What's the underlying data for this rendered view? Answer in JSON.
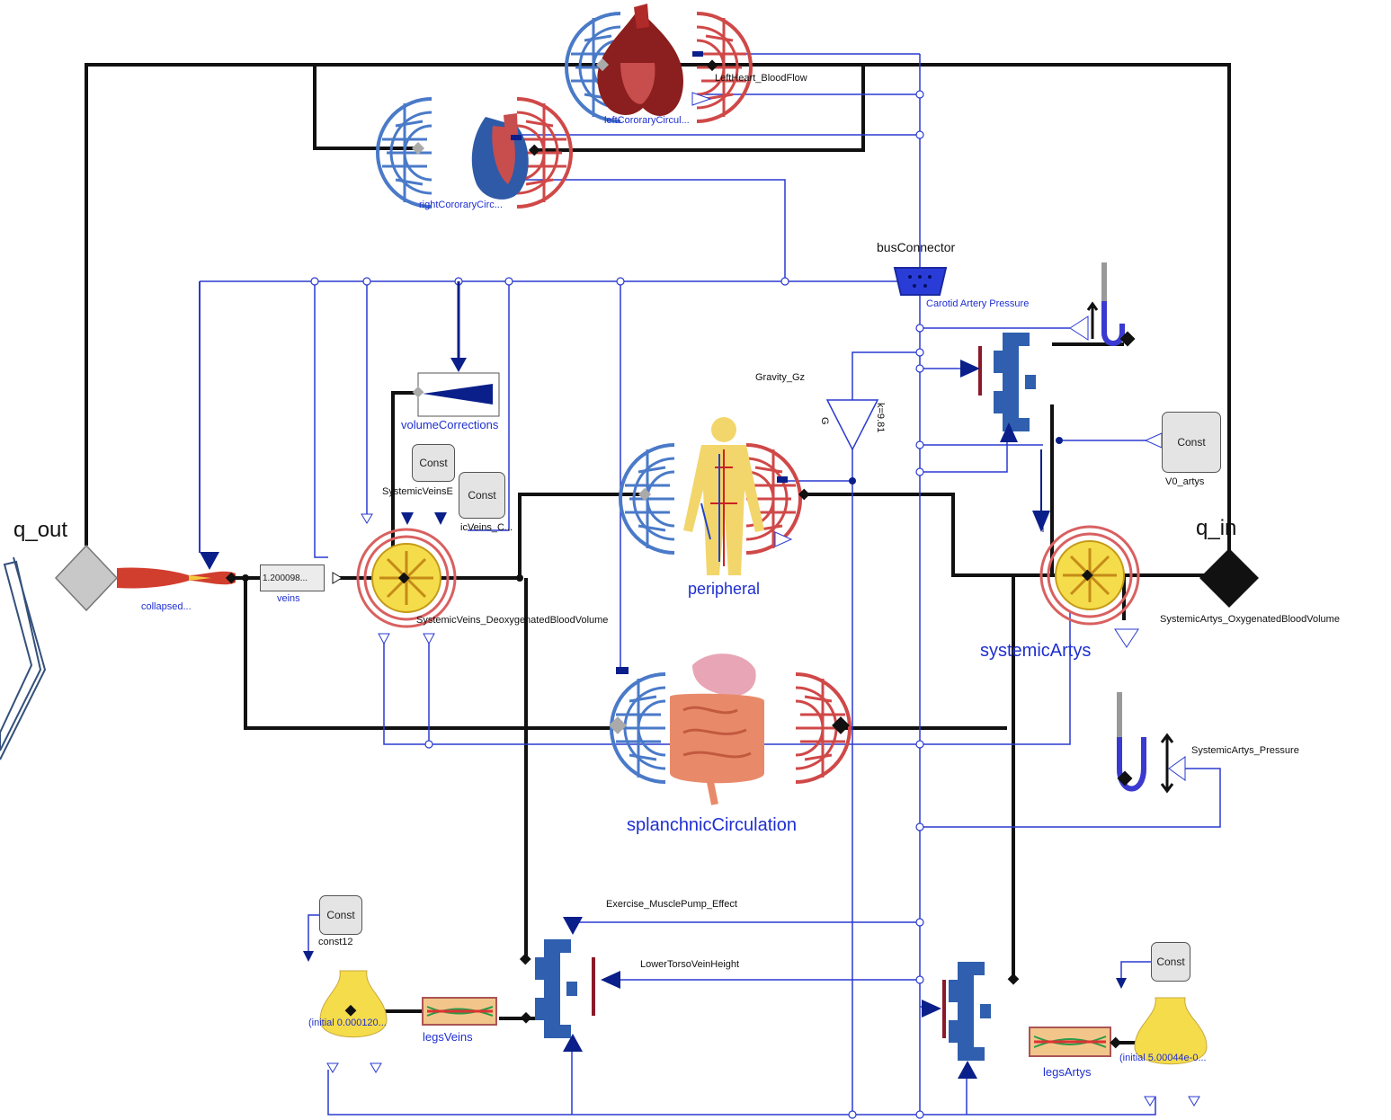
{
  "ports": {
    "q_out": "q_out",
    "q_in": "q_in"
  },
  "components": {
    "left_coronary": "leftCororaryCircul...",
    "right_coronary": "rightCororaryCirc...",
    "bus_connector": "busConnector",
    "carotid_pressure": "Carotid Artery Pressure",
    "gravity": "Gravity_Gz",
    "gain_g": "G",
    "gain_k": "k=9.81",
    "volume_corrections": "volumeCorrections",
    "peripheral": "peripheral",
    "splanchnic": "splanchnicCirculation",
    "systemic_artys": "systemicArtys",
    "collapsed": "collapsed...",
    "veins": "veins",
    "veins_value": "1.200098...",
    "v0_artys": "V0_artys",
    "legs_veins": "legsVeins",
    "legs_artys": "legsArtys",
    "initial_veins": "(initial 0.000120...",
    "initial_artys": "(initial 5.00044e-0...",
    "const12": "const12"
  },
  "signals": {
    "left_heart_flow": "LeftHeart_BloodFlow",
    "systemic_veins_e": "SystemicVeinsE",
    "systemic_veins_c": "icVeins_C...",
    "systemic_veins_overlap": "SystemicVeins_DeoxygenatedBloodVolume",
    "artys_oxy_volume": "SystemicArtys_OxygenatedBloodVolume",
    "artys_pressure": "SystemicArtys_Pressure",
    "exercise": "Exercise_MusclePump_Effect",
    "lower_torso": "LowerTorsoVeinHeight"
  },
  "const_label": "Const",
  "colors": {
    "wire": "#111111",
    "signal": "#1a1a9a",
    "bus": "#2a3ad0",
    "vessel_blue": "#2e64b0",
    "vessel_red": "#c8413c",
    "chamber": "#f3d84a"
  },
  "icons": [
    "vein-network-icon",
    "artery-network-icon",
    "heart-icon",
    "human-body-icon",
    "intestine-icon",
    "elastic-vessel-icon",
    "pressure-gauge-icon",
    "hydrostatic-column-icon",
    "resistor-icon",
    "bus-connector-icon",
    "callout-arrow-icon"
  ]
}
